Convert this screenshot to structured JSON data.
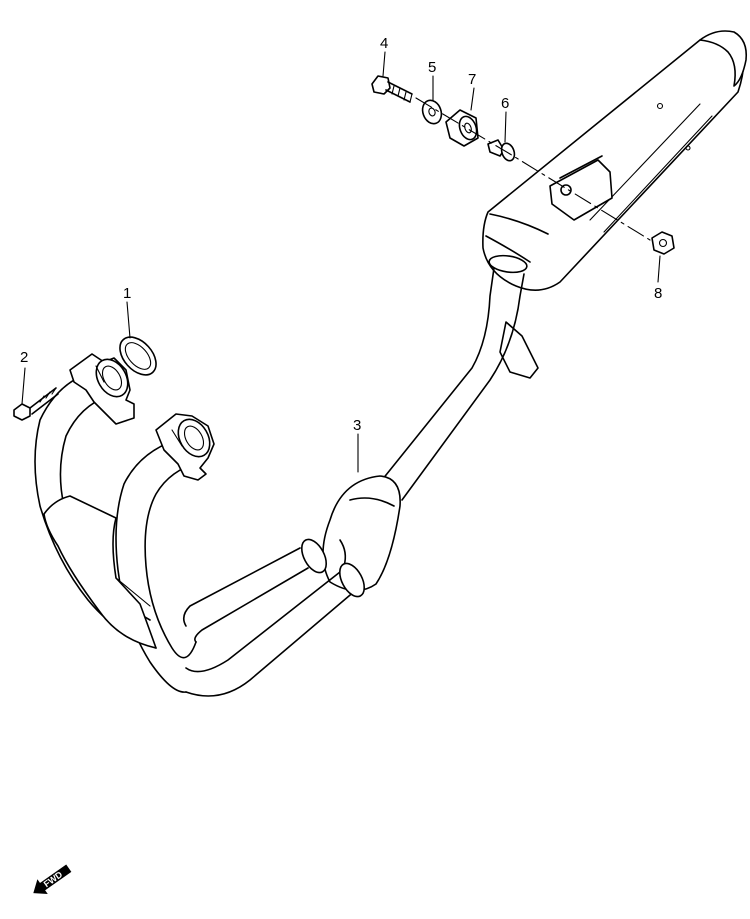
{
  "callouts": {
    "c1": "1",
    "c2": "2",
    "c3": "3",
    "c4": "4",
    "c5": "5",
    "c6": "6",
    "c7": "7",
    "c8": "8"
  },
  "fwd_label": "FWD",
  "icons": {
    "fwd_arrow": "fwd-arrow-icon"
  }
}
